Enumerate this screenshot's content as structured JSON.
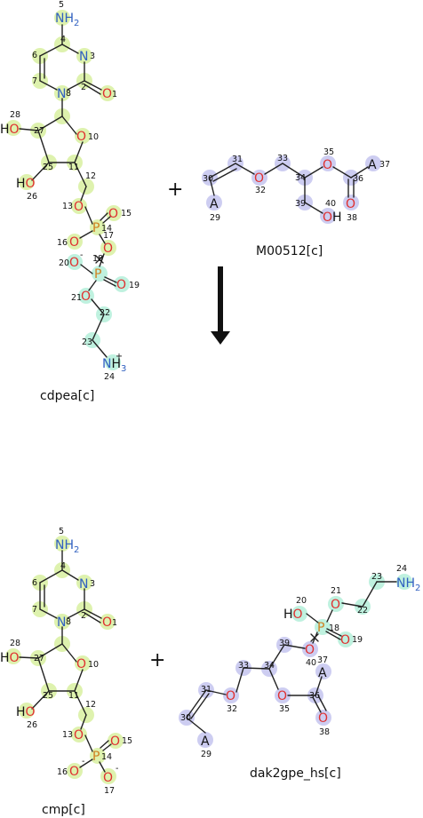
{
  "reaction": {
    "reactant_1": "cdpea[c]",
    "reactant_2": "M00512[c]",
    "product_1": "cmp[c]",
    "product_2": "dak2gpe_hs[c]",
    "plus": "+"
  },
  "colors": {
    "highlight_cytidine": "#d8f0a0",
    "highlight_lipid": "#c8c8f0",
    "highlight_ethanolamine": "#b8f0dc",
    "oxygen": "#e03030",
    "nitrogen": "#3060c0",
    "phosphorus": "#d08020",
    "carbon": "#111111"
  },
  "atoms": {
    "N": "N",
    "NH2": "NH",
    "HO": "HO",
    "OH": "OH",
    "O": "O",
    "P": "P",
    "A": "A",
    "H": "H",
    "H3": "H",
    "sub2": "2",
    "sub3": "3",
    "minus": "-",
    "plusc": "+",
    "i1": "1",
    "i2": "2",
    "i3": "3",
    "i4": "4",
    "i5": "5",
    "i6": "6",
    "i7": "7",
    "i8": "8",
    "i10": "10",
    "i11": "11",
    "i12": "12",
    "i13": "13",
    "i14": "14",
    "i15": "15",
    "i16": "16",
    "i17": "17",
    "i18": "18",
    "i19": "19",
    "i20": "20",
    "i21": "21",
    "i22": "22",
    "i23": "23",
    "i24": "24",
    "i25": "25",
    "i26": "26",
    "i27": "27",
    "i28": "28",
    "i29": "29",
    "i30": "30",
    "i31": "31",
    "i32": "32",
    "i33": "33",
    "i34": "34",
    "i35": "35",
    "i36": "36",
    "i37": "37",
    "i38": "38",
    "i39": "39",
    "i40": "40"
  }
}
